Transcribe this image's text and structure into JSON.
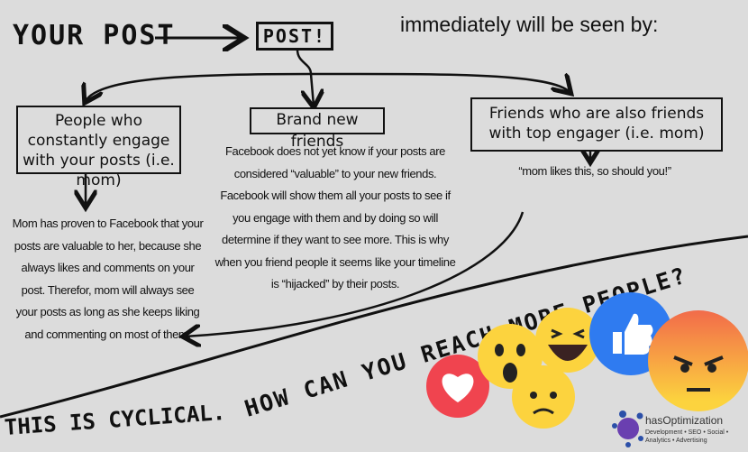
{
  "header": {
    "your_post": "YOUR POST",
    "post_box": "POST!",
    "seen_by": "immediately will be seen by:"
  },
  "branches": [
    {
      "title": "People who constantly engage with your posts (i.e. mom)",
      "description": "Mom has proven to Facebook that your posts are valuable to her, because she always likes and comments on your post. Therefor, mom will always see your posts as long as she keeps liking and commenting on most of them."
    },
    {
      "title": "Brand new friends",
      "description": "Facebook does not yet know if your posts are considered “valuable” to your new friends. Facebook will show them all your posts to see if you engage with them and by doing so will determine if they want to see more. This is why when you friend people it seems like your timeline is “hijacked” by their posts."
    },
    {
      "title": "Friends who are also friends with top engager (i.e. mom)",
      "description": "“mom likes this, so should you!”"
    }
  ],
  "footer": {
    "cyclical": "THIS IS CYCLICAL.",
    "question": "HOW CAN YOU REACH MORE PEOPLE?"
  },
  "reactions": [
    "heart-icon",
    "wow-icon",
    "haha-icon",
    "sad-icon",
    "like-icon",
    "angry-icon"
  ],
  "colors": {
    "background": "#dcdcdc",
    "heart": "#f0444f",
    "like": "#2f7bf0",
    "emoji_yellow": "#fcd33e",
    "angry_top": "#f26b4a"
  },
  "logo": {
    "tagline": "Development • SEO • Social • Analytics • Advertising",
    "name": "hasOptimization"
  }
}
